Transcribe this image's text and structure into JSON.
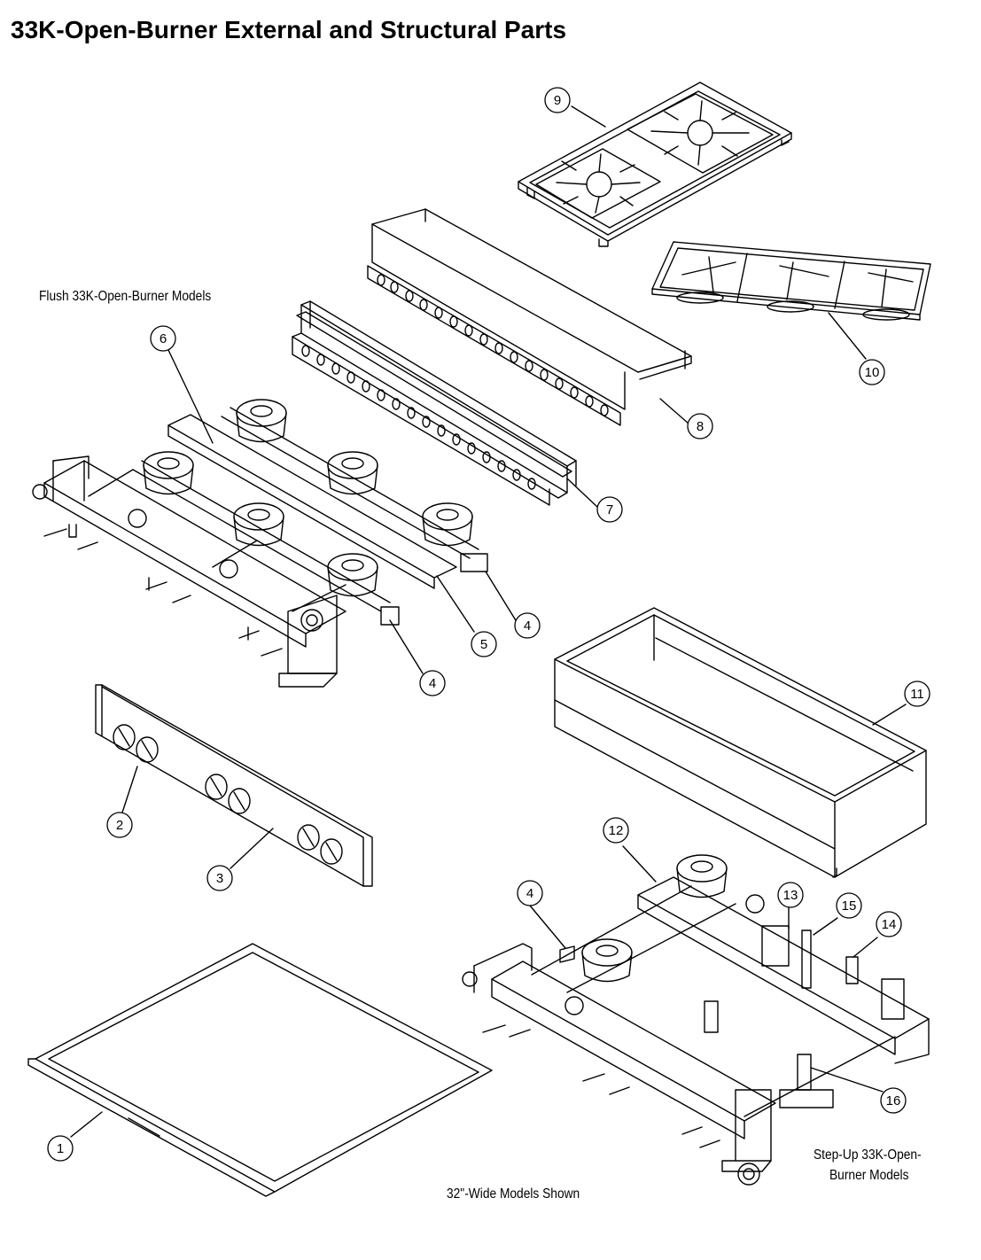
{
  "title": "33K-Open-Burner External and Structural Parts",
  "labels": {
    "flush": "Flush 33K-Open-Burner Models",
    "stepup_line1": "Step-Up 33K-Open-",
    "stepup_line2": "Burner Models",
    "shown": "32\"-Wide Models Shown"
  },
  "callouts": [
    {
      "id": "c9",
      "text": "9"
    },
    {
      "id": "c10",
      "text": "10"
    },
    {
      "id": "c8",
      "text": "8"
    },
    {
      "id": "c7",
      "text": "7"
    },
    {
      "id": "c6",
      "text": "6"
    },
    {
      "id": "c5",
      "text": "5"
    },
    {
      "id": "c4a",
      "text": "4"
    },
    {
      "id": "c4b",
      "text": "4"
    },
    {
      "id": "c11",
      "text": "11"
    },
    {
      "id": "c2",
      "text": "2"
    },
    {
      "id": "c3",
      "text": "3"
    },
    {
      "id": "c12",
      "text": "12"
    },
    {
      "id": "c4c",
      "text": "4"
    },
    {
      "id": "c13",
      "text": "13"
    },
    {
      "id": "c15",
      "text": "15"
    },
    {
      "id": "c14",
      "text": "14"
    },
    {
      "id": "c16",
      "text": "16"
    },
    {
      "id": "c1",
      "text": "1"
    }
  ]
}
